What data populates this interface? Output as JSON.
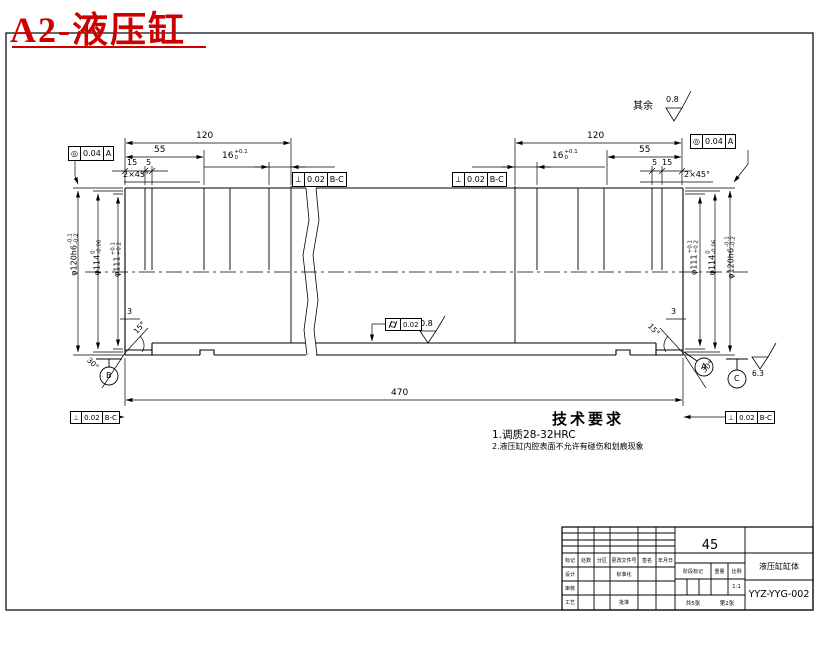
{
  "title": {
    "red_label": "A2-液压缸"
  },
  "colors": {
    "accent_red": "#cc0000",
    "line": "#000000",
    "background": "#ffffff"
  },
  "general_note": {
    "qiyu": "其余",
    "ra_default": "0.8"
  },
  "roughness": {
    "ra_bore": "0.8",
    "ra_end": "6.3"
  },
  "fcf": {
    "concentricity": {
      "symbol": "◎",
      "value": "0.04",
      "datum": "A"
    },
    "perpendicularity": {
      "symbol": "⊥",
      "value": "0.02",
      "datum": "B-C"
    },
    "cylindricity": {
      "value": "0.02"
    }
  },
  "datum_labels": {
    "a": "A",
    "b": "B",
    "c": "C"
  },
  "dims": {
    "d120": "120",
    "d55": "55",
    "d15": "15",
    "d5": "5",
    "d16": {
      "main": "16",
      "up": "+0.1",
      "low": "0"
    },
    "chamfer": "2×45°",
    "d470": "470",
    "d3": "3",
    "a15": "15°",
    "a30": "30°",
    "dia120": {
      "main": "φ120h6",
      "up": "-0.1",
      "low": "-0.2"
    },
    "dia114": {
      "main": "φ114",
      "up": "0",
      "low": "-0.06"
    },
    "dia111": {
      "main": "φ111",
      "up": "+0.1",
      "low": "+0.2"
    }
  },
  "tech_requirements": {
    "heading": "技术要求",
    "item1": "1.调质28-32HRC",
    "item2": "2.液压缸内腔表面不允许有碰伤和划痕现象"
  },
  "title_block": {
    "material": "45",
    "part_name": "液压缸缸体",
    "drawing_no": "YYZ-YYG-002",
    "labels": {
      "mark": "标记",
      "count": "处数",
      "zone": "分区",
      "change_file": "更改文件号",
      "sign": "签名",
      "date": "年月日",
      "design": "设计",
      "standardize": "标准化",
      "check": "审核",
      "process": "工艺",
      "approve": "批准",
      "stage": "阶段标记",
      "weight": "重量",
      "scale": "比例"
    },
    "scale_value": "1:1",
    "sheet_total": "共5张",
    "sheet_no": "第2张"
  }
}
